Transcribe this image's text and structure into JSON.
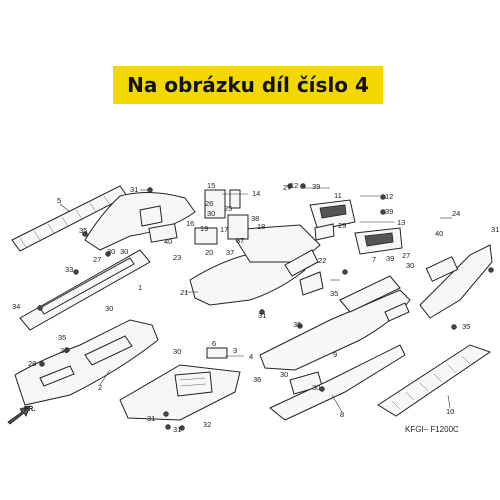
{
  "banner": {
    "text": "Na obrázku díl číslo 4",
    "color": "#f2d800"
  },
  "diagram_code": "KFGI– F1200C",
  "front_marker": "FR.",
  "callouts": [
    {
      "id": "c5",
      "text": "5"
    },
    {
      "id": "c31a",
      "text": "31"
    },
    {
      "id": "c15",
      "text": "15"
    },
    {
      "id": "c14",
      "text": "14"
    },
    {
      "id": "c26",
      "text": "26"
    },
    {
      "id": "c25",
      "text": "25"
    },
    {
      "id": "c30a",
      "text": "30"
    },
    {
      "id": "c27a",
      "text": "27"
    },
    {
      "id": "c12a",
      "text": "12"
    },
    {
      "id": "c39a",
      "text": "39"
    },
    {
      "id": "c11",
      "text": "11"
    },
    {
      "id": "c12b",
      "text": "12"
    },
    {
      "id": "c39b",
      "text": "39"
    },
    {
      "id": "c13",
      "text": "13"
    },
    {
      "id": "c24",
      "text": "24"
    },
    {
      "id": "c35a",
      "text": "35"
    },
    {
      "id": "c30b",
      "text": "30"
    },
    {
      "id": "c40a",
      "text": "40"
    },
    {
      "id": "c16",
      "text": "16"
    },
    {
      "id": "c38",
      "text": "38"
    },
    {
      "id": "c18",
      "text": "18"
    },
    {
      "id": "c19",
      "text": "19"
    },
    {
      "id": "c17",
      "text": "17"
    },
    {
      "id": "c37a",
      "text": "37"
    },
    {
      "id": "c29",
      "text": "29"
    },
    {
      "id": "c40b",
      "text": "40"
    },
    {
      "id": "c31b",
      "text": "31"
    },
    {
      "id": "c27b",
      "text": "27"
    },
    {
      "id": "c30c",
      "text": "30"
    },
    {
      "id": "c23",
      "text": "23"
    },
    {
      "id": "c20",
      "text": "20"
    },
    {
      "id": "c37b",
      "text": "37"
    },
    {
      "id": "c22",
      "text": "22"
    },
    {
      "id": "c7",
      "text": "7"
    },
    {
      "id": "c27c",
      "text": "27"
    },
    {
      "id": "c30d",
      "text": "30"
    },
    {
      "id": "c33",
      "text": "33"
    },
    {
      "id": "c1",
      "text": "1"
    },
    {
      "id": "c21",
      "text": "21"
    },
    {
      "id": "c6",
      "text": "6"
    },
    {
      "id": "c35b",
      "text": "35"
    },
    {
      "id": "c31c",
      "text": "31"
    },
    {
      "id": "c34",
      "text": "34"
    },
    {
      "id": "c30e",
      "text": "30"
    },
    {
      "id": "c35c",
      "text": "35"
    },
    {
      "id": "c35d",
      "text": "35"
    },
    {
      "id": "c35e",
      "text": "35"
    },
    {
      "id": "c30f",
      "text": "30"
    },
    {
      "id": "c3",
      "text": "3"
    },
    {
      "id": "c4",
      "text": "4"
    },
    {
      "id": "c30g",
      "text": "30"
    },
    {
      "id": "c9",
      "text": "9"
    },
    {
      "id": "c28",
      "text": "28"
    },
    {
      "id": "c2",
      "text": "2"
    },
    {
      "id": "c36",
      "text": "36"
    },
    {
      "id": "c30h",
      "text": "30"
    },
    {
      "id": "c8",
      "text": "8"
    },
    {
      "id": "c10",
      "text": "10"
    },
    {
      "id": "c31d",
      "text": "31"
    },
    {
      "id": "c32",
      "text": "32"
    },
    {
      "id": "c31e",
      "text": "31"
    },
    {
      "id": "c39c",
      "text": "39"
    },
    {
      "id": "c30i",
      "text": "30"
    }
  ]
}
